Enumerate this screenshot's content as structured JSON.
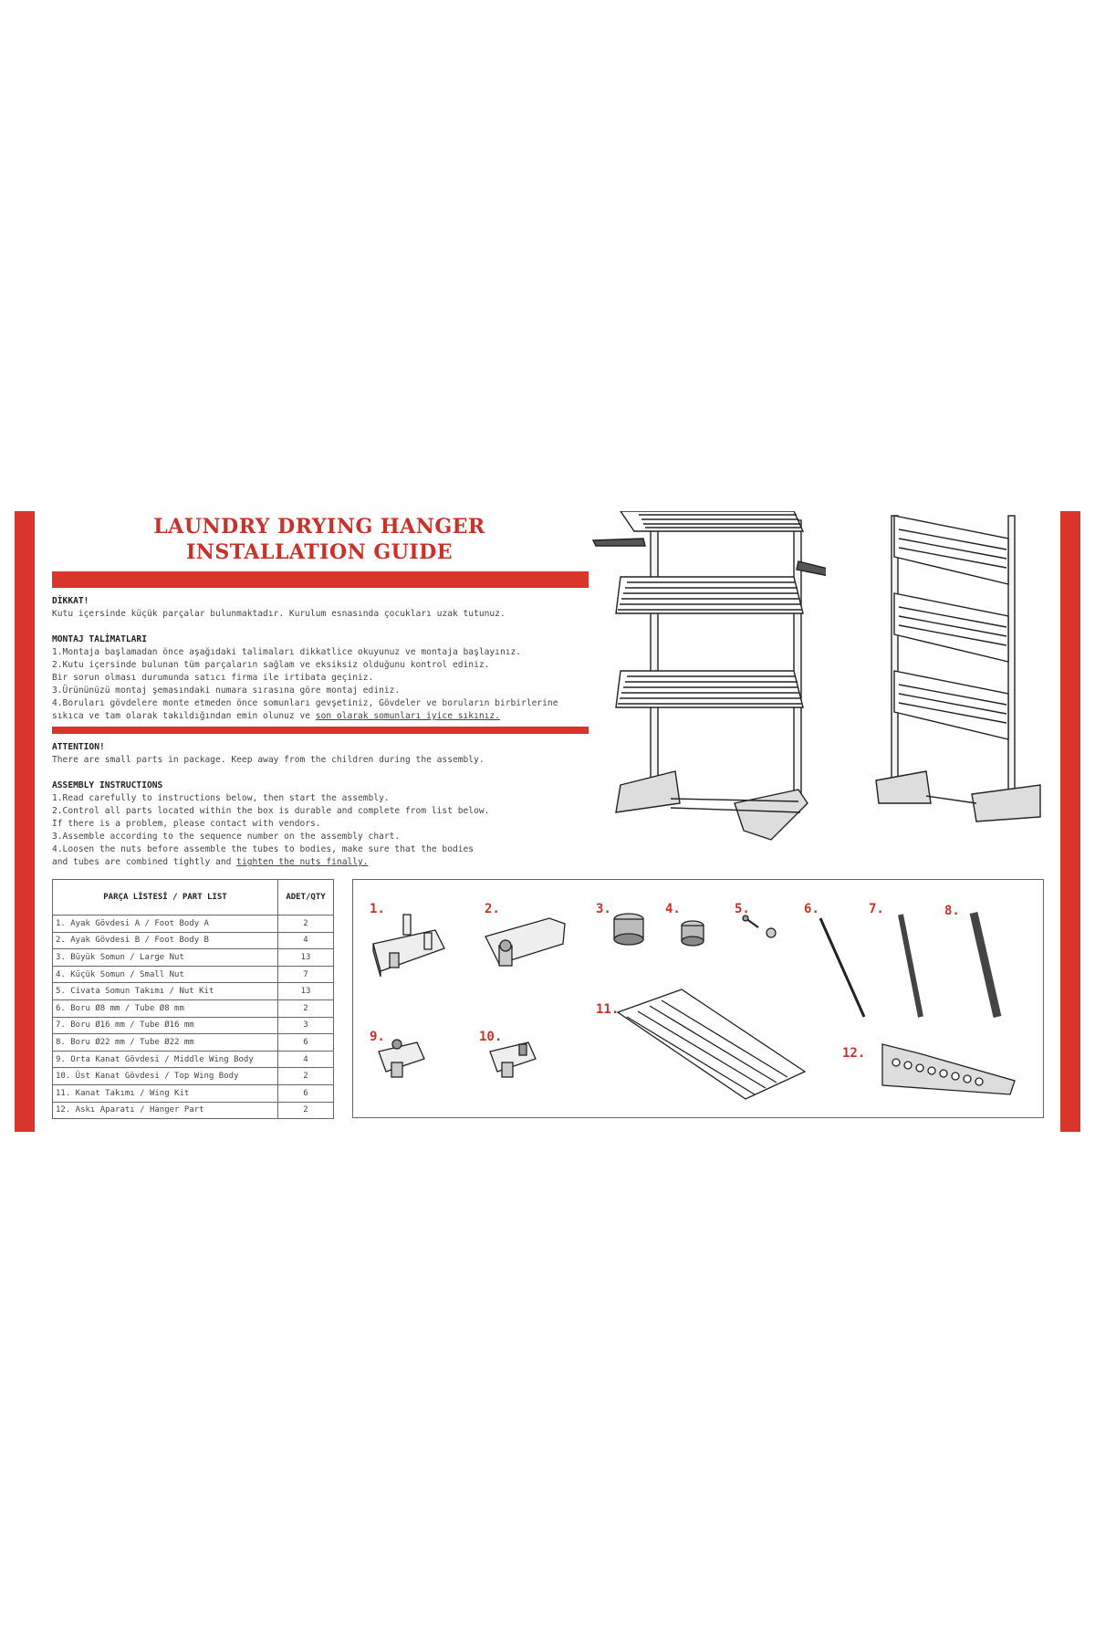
{
  "title": {
    "line1": "LAUNDRY DRYING HANGER",
    "line2": "INSTALLATION GUIDE"
  },
  "turkish": {
    "warning_heading": "DİKKAT!",
    "warning_text": "Kutu içersinde küçük parçalar bulunmaktadır. Kurulum esnasında çocukları uzak tutunuz.",
    "instructions_heading": "MONTAJ TALİMATLARI",
    "lines": [
      "1.Montaja başlamadan önce aşağıdaki talimaları dikkatlice okuyunuz ve montaja başlayınız.",
      "2.Kutu içersinde bulunan tüm parçaların sağlam ve eksiksiz olduğunu kontrol ediniz.",
      "Bir sorun olması durumunda satıcı firma ile irtibata geçiniz.",
      "3.Ürününüzü montaj şemasındaki numara sırasına göre montaj ediniz.",
      "4.Boruları gövdelere monte etmeden önce somunları gevşetiniz, Gövdeler ve boruların birbirlerine"
    ],
    "last_line_start": "sıkıca ve tam olarak takıldığından emin olunuz ve ",
    "last_line_underlined": "son olarak somunları iyice sıkınız."
  },
  "english": {
    "warning_heading": "ATTENTION!",
    "warning_text": "There are small parts in package. Keep away from the children during the assembly.",
    "instructions_heading": "ASSEMBLY INSTRUCTIONS",
    "lines": [
      "1.Read carefully to instructions below, then start the assembly.",
      "2.Control all parts located within the box is durable and complete from list below.",
      "If there is a problem, please contact with vendors.",
      "3.Assemble according to the sequence number on the assembly chart.",
      "4.Loosen the nuts before assemble the tubes to bodies, make sure that the bodies"
    ],
    "last_line_start": "and tubes are combined tightly and ",
    "last_line_underlined": "tighten the nuts finally."
  },
  "part_list": {
    "header_name": "PARÇA LİSTESİ / PART LIST",
    "header_qty": "ADET/QTY",
    "rows": [
      {
        "name": "1. Ayak Gövdesi A / Foot Body A",
        "qty": "2"
      },
      {
        "name": "2. Ayak Gövdesi B / Foot Body B",
        "qty": "4"
      },
      {
        "name": "3. Büyük Somun / Large Nut",
        "qty": "13"
      },
      {
        "name": "4. Küçük Somun / Small Nut",
        "qty": "7"
      },
      {
        "name": "5. Civata Somun Takımı / Nut Kit",
        "qty": "13"
      },
      {
        "name": "6. Boru Ø8 mm / Tube Ø8 mm",
        "qty": "2"
      },
      {
        "name": "7. Boru Ø16 mm / Tube Ø16 mm",
        "qty": "3"
      },
      {
        "name": "8. Boru Ø22 mm / Tube Ø22 mm",
        "qty": "6"
      },
      {
        "name": "9. Orta Kanat Gövdesi / Middle Wing Body",
        "qty": "4"
      },
      {
        "name": "10. Üst Kanat Gövdesi / Top Wing Body",
        "qty": "2"
      },
      {
        "name": "11. Kanat Takımı / Wing Kit",
        "qty": "6"
      },
      {
        "name": "12. Askı Aparatı / Hanger Part",
        "qty": "2"
      }
    ]
  },
  "part_labels": [
    "1.",
    "2.",
    "3.",
    "4.",
    "5.",
    "6.",
    "7.",
    "8.",
    "9.",
    "10.",
    "11.",
    "12."
  ],
  "colors": {
    "accent": "#d9352a",
    "title": "#c8322a",
    "text": "#444444"
  }
}
